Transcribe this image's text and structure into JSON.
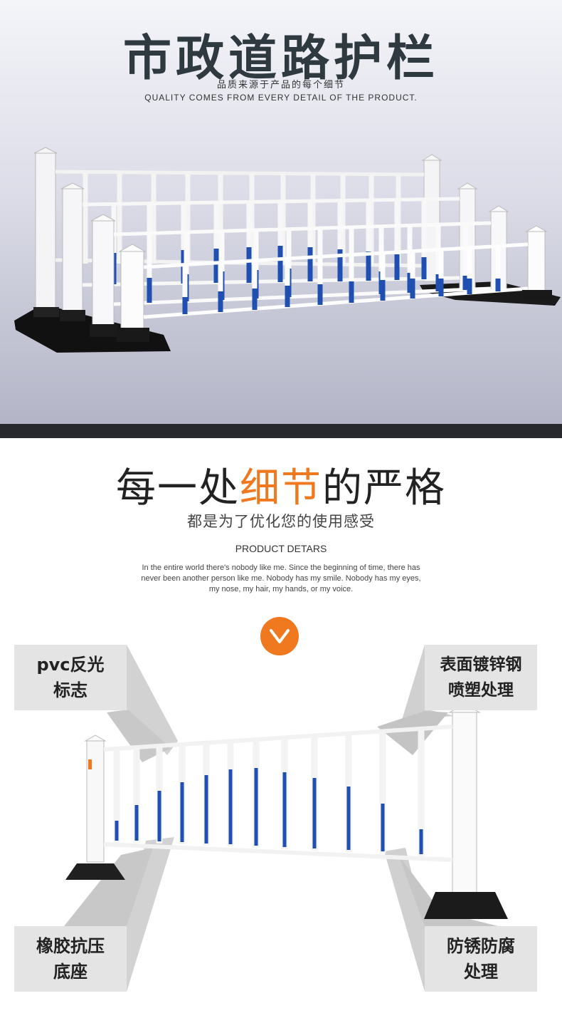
{
  "hero": {
    "title": "市政道路护栏",
    "subtitle_cn": "品质来源于产品的每个细节",
    "subtitle_en": "QUALITY COMES FROM EVERY DETAIL OF THE PRODUCT."
  },
  "details": {
    "title_part1": "每一处",
    "title_highlight": "细节",
    "title_part2": "的严格",
    "subtitle": "都是为了优化您的使用感受",
    "en_title": "PRODUCT DETARS",
    "paragraph_line1": "In the entire world there's nobody like me. Since the beginning of time, there has",
    "paragraph_line2": "never been another person like me. Nobody has my smile. Nobody has my eyes,",
    "paragraph_line3": "my nose, my hair, my hands, or my voice.",
    "chevron_icon": "chevron-down-icon"
  },
  "labels": {
    "top_left": [
      "pvc反光",
      "标志"
    ],
    "top_right": [
      "表面镀锌钢",
      "喷塑处理"
    ],
    "bottom_left": [
      "橡胶抗压",
      "底座"
    ],
    "bottom_right": [
      "防锈防腐",
      "处理"
    ]
  },
  "colors": {
    "accent_orange": "#f0781e",
    "stripe_blue": "#1f4fb0",
    "title_dark": "#2f3a40",
    "base_black": "#1b1b1b"
  }
}
